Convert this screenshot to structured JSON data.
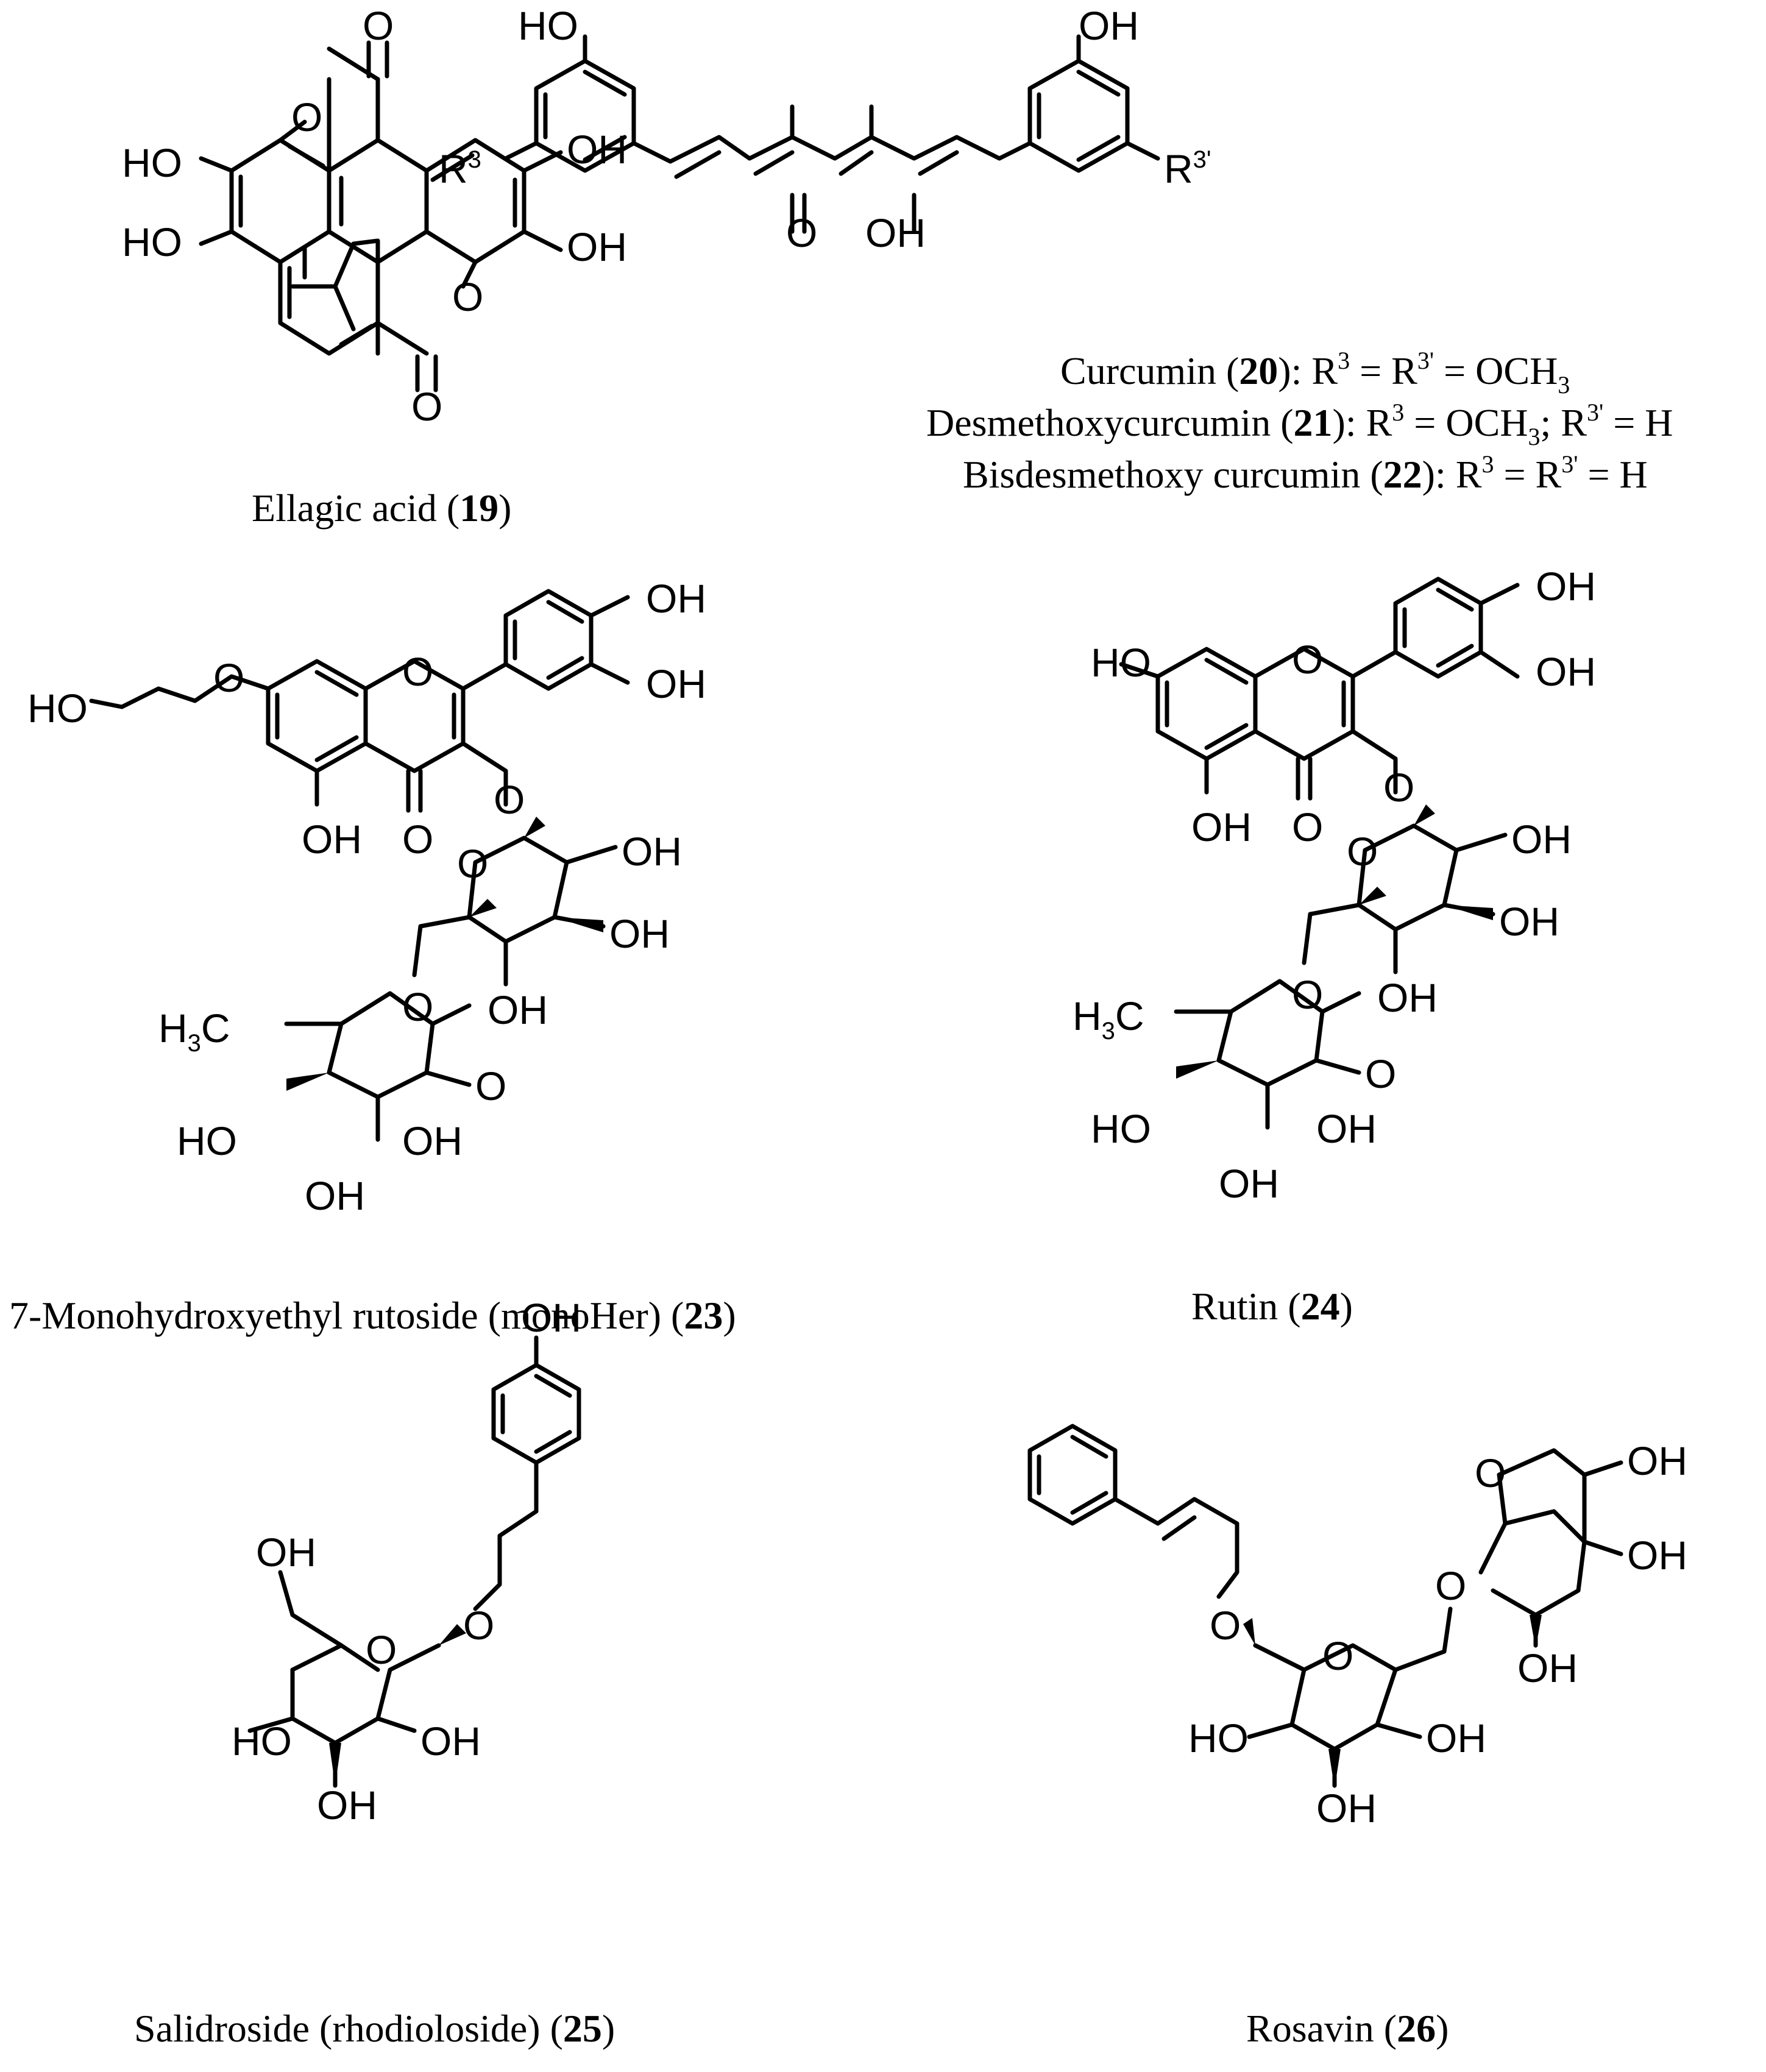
{
  "atom_labels": {
    "O": "O",
    "OH": "OH",
    "HO": "HO",
    "H3C": "H3C",
    "H": "H",
    "R": "R",
    "sup3": "3",
    "sup3p": "3'",
    "sub3": "3"
  },
  "captions": {
    "c19": {
      "name": "Ellagic acid (",
      "num": "19",
      "end": ")"
    },
    "c20": {
      "name": "Curcumin (",
      "num": "20",
      "rest": "): R",
      "eq1": " = R",
      "eq2": " = OCH"
    },
    "c21": {
      "name": "Desmethoxycurcumin (",
      "num": "21",
      "rest": "): R",
      "eq1": " = OCH",
      "eq2": "; R",
      "eq3": " = H"
    },
    "c22": {
      "name": "Bisdesmethoxy curcumin (",
      "num": "22",
      "rest": "): R",
      "eq1": " = R",
      "eq2": " = H"
    },
    "c23": {
      "name": "7-Monohydroxyethyl rutoside (monoHer) (",
      "num": "23",
      "end": ")"
    },
    "c24": {
      "name": "Rutin (",
      "num": "24",
      "end": ")"
    },
    "c25": {
      "name": "Salidroside (rhodioloside) (",
      "num": "25",
      "end": ")"
    },
    "c26": {
      "name": "Rosavin (",
      "num": "26",
      "end": ")"
    }
  }
}
